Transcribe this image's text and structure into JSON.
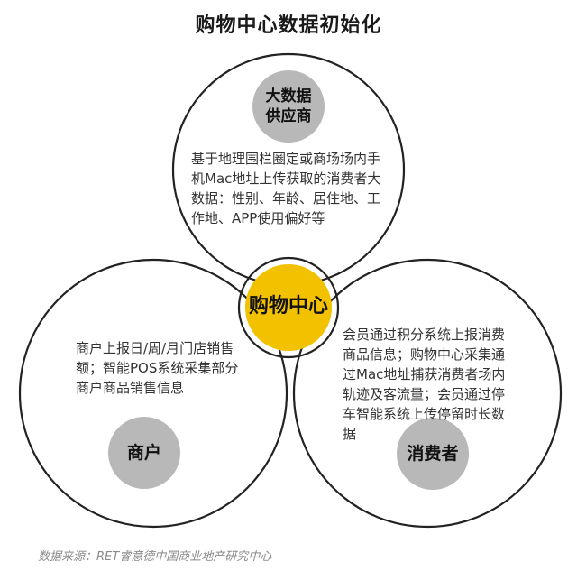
{
  "title": "购物中心数据初始化",
  "colors": {
    "center_fill": "#f2c200",
    "label_circle_fill": "#b8b8b8",
    "circle_stroke": "#222222"
  },
  "circles": {
    "top": {
      "label_line1": "大数据",
      "label_line2": "供应商",
      "description": "基于地理围栏圈定或商场场内手机Mac地址上传获取的消费者大数据：性别、年龄、居住地、工作地、APP使用偏好等"
    },
    "left": {
      "label": "商户",
      "description": "商户上报日/周/月门店销售额；智能POS系统采集部分商户商品销售信息"
    },
    "right": {
      "label": "消费者",
      "description": "会员通过积分系统上报消费商品信息；购物中心采集通过Mac地址捕获消费者场内轨迹及客流量；会员通过停车智能系统上传停留时长数据"
    },
    "center": {
      "label": "购物中心"
    }
  },
  "source": "数据来源：RET睿意德中国商业地产研究中心"
}
